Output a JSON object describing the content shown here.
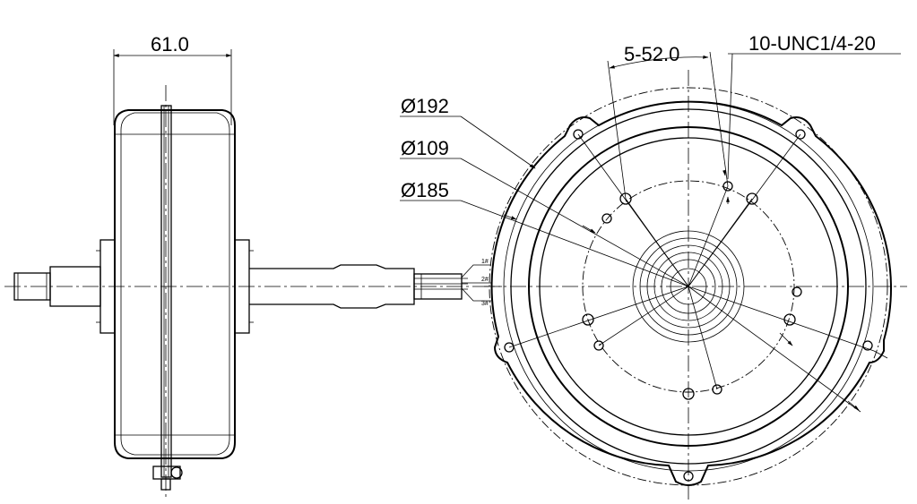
{
  "side_view": {
    "width_dimension": "61.0",
    "wire_labels": [
      "1#",
      "2#",
      "3#"
    ]
  },
  "front_view": {
    "bolt_pattern_dimension": "5-52.0",
    "thread_spec": "10-UNC1/4-20",
    "diameters": [
      "Ø192",
      "Ø109",
      "Ø185"
    ]
  }
}
